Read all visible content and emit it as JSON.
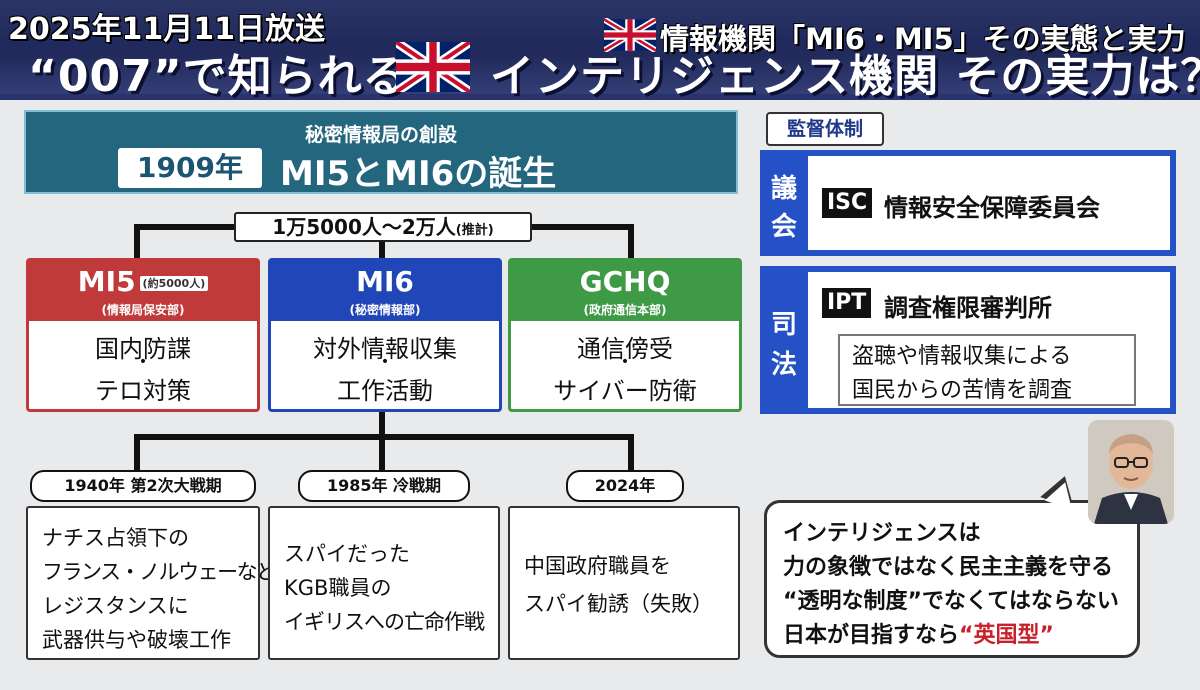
{
  "banner": {
    "broadcast_date": "2025年11月11日放送",
    "subtitle": "情報機関「MI6・MI5」その実態と実力",
    "headline_part1": "“007”で知られる",
    "headline_part2": "インテリジェンス機関 その実力は？"
  },
  "founding": {
    "sub": "秘密情報局の創設",
    "year": "1909年",
    "title": "MI5とMI6の誕生"
  },
  "staff": {
    "text": "1万5000人〜2万人",
    "note": "(推計)"
  },
  "agencies": [
    {
      "name": "MI5",
      "note": "(約5000人)",
      "sub": "(情報局保安部)",
      "role1": "国内防諜",
      "dot": "•",
      "role2": "テロ対策"
    },
    {
      "name": "MI6",
      "note": "",
      "sub": "(秘密情報部)",
      "role1": "対外情報収集",
      "dot": "•",
      "role2": "工作活動"
    },
    {
      "name": "GCHQ",
      "note": "",
      "sub": "(政府通信本部)",
      "role1": "通信傍受",
      "dot": "•",
      "role2": "サイバー防衛"
    }
  ],
  "eras": [
    {
      "tag": "1940年 第2次大戦期",
      "lines": [
        "ナチス占領下の",
        "フランス・ノルウェーなどで",
        "レジスタンスに",
        "武器供与や破壊工作"
      ]
    },
    {
      "tag": "1985年 冷戦期",
      "lines": [
        "スパイだった",
        "KGB職員の",
        "イギリスへの亡命作戦"
      ]
    },
    {
      "tag": "2024年",
      "lines": [
        "中国政府職員を",
        "スパイ勧誘（失敗）"
      ]
    }
  ],
  "oversight": {
    "label": "監督体制",
    "parliament": {
      "side1": "議",
      "side2": "会",
      "acronym": "ISC",
      "name": "情報安全保障委員会"
    },
    "judiciary": {
      "side1": "司",
      "side2": "法",
      "acronym": "IPT",
      "name": "調査権限審判所",
      "desc1": "盗聴や情報収集による",
      "desc2": "国民からの苦情を調査"
    }
  },
  "speech": {
    "line1": "インテリジェンスは",
    "line2": "力の象徴ではなく民主主義を守る",
    "line3": "“透明な制度”でなくてはならない",
    "line4a": "日本が目指すなら",
    "line4b": "“英国型”"
  },
  "colors": {
    "mi5": "#c0393b",
    "mi6": "#2146b8",
    "gchq": "#3f9a45",
    "oversight": "#2451c6",
    "emphasis": "#c8202a"
  },
  "icons": {
    "flag": "union-jack-icon",
    "portrait": "commentator-portrait"
  }
}
